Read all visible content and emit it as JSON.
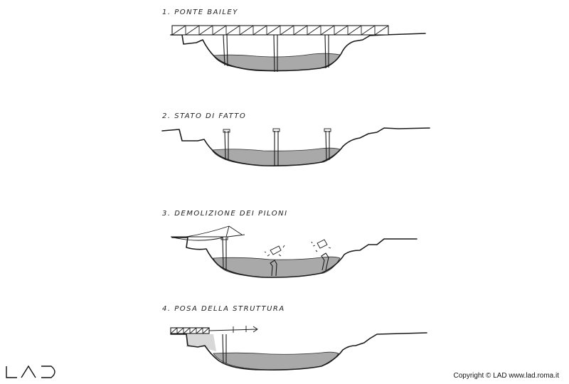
{
  "panels": [
    {
      "label": "1. PONTE BAILEY"
    },
    {
      "label": "2. STATO DI FATTO"
    },
    {
      "label": "3. DEMOLIZIONE DEI PILONI"
    },
    {
      "label": "4. POSA DELLA STRUTTURA"
    }
  ],
  "logo": {
    "text": "LAD"
  },
  "footer": {
    "copyright": "Copyright © LAD  www.lad.roma.it"
  },
  "colors": {
    "water": "#a9a9a9",
    "ink": "#1a1a1a"
  }
}
